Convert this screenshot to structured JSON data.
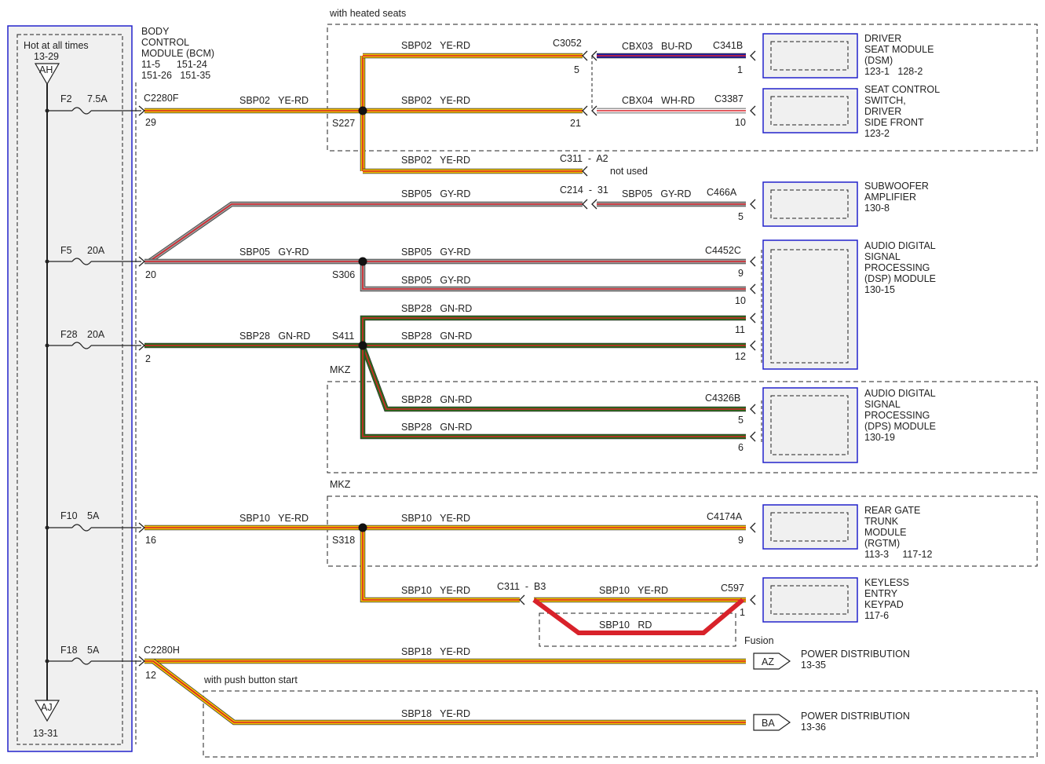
{
  "colors": {
    "yellow": "#f2c200",
    "red": "#d8222a",
    "green": "#2a6e1a",
    "gray": "#9c9c9c",
    "white": "#ffffff",
    "blue": "#1e1ea8",
    "frame_blue": "#2222cc",
    "panel_fill": "#f0f0f0"
  },
  "fuse_panel": {
    "hot_label": "Hot at all times",
    "top_ref": "13-29",
    "top_connector": "AH",
    "bottom_connector": "AJ",
    "bottom_ref": "13-31"
  },
  "bcm": {
    "lines": [
      "BODY",
      "CONTROL",
      "MODULE (BCM)",
      "11-5      151-24",
      "151-26   151-35"
    ]
  },
  "fuses": [
    {
      "name": "F2",
      "rating": "7.5A"
    },
    {
      "name": "F5",
      "rating": "20A"
    },
    {
      "name": "F28",
      "rating": "20A"
    },
    {
      "name": "F10",
      "rating": "5A"
    },
    {
      "name": "F18",
      "rating": "5A"
    }
  ],
  "pins": {
    "bcm_29": "29",
    "bcm_20": "20",
    "bcm_2": "2",
    "bcm_16": "16",
    "bcm_12": "12",
    "c3052_5": "5",
    "dsm_1": "1",
    "c2_21": "21",
    "scs_10": "10",
    "sub_5": "5",
    "dsp_9": "9",
    "dsp_10": "10",
    "dsp_11": "11",
    "dsp_12": "12",
    "dps_5": "5",
    "dps_6": "6",
    "rgtm_9": "9",
    "c597_1": "1"
  },
  "connectors": {
    "c2280f": "C2280F",
    "c2280h": "C2280H",
    "c3052": "C3052",
    "c341b": "C341B",
    "c3387": "C3387",
    "c311_a2": "C311  -  A2",
    "c214": "C214  -  31",
    "c466a": "C466A",
    "c4452c": "C4452C",
    "c4326b": "C4326B",
    "c4174a": "C4174A",
    "c311_b3": "C311  -  B3",
    "c597": "C597"
  },
  "splices": {
    "s227": "S227",
    "s306": "S306",
    "s411": "S411",
    "s318": "S318"
  },
  "wires": {
    "sbp02_bcm": "SBP02   YE-RD",
    "sbp02_top": "SBP02   YE-RD",
    "sbp02_mid": "SBP02   YE-RD",
    "sbp02_low": "SBP02   YE-RD",
    "cbx03": "CBX03   BU-RD",
    "cbx04": "CBX04   WH-RD",
    "sbp05_top": "SBP05   GY-RD",
    "sbp05_sub": "SBP05   GY-RD",
    "sbp05_bcm": "SBP05   GY-RD",
    "sbp05_dsp9": "SBP05   GY-RD",
    "sbp05_dsp10": "SBP05   GY-RD",
    "sbp28_top": "SBP28   GN-RD",
    "sbp28_bcm": "SBP28   GN-RD",
    "sbp28_dsp12": "SBP28   GN-RD",
    "sbp28_dps5": "SBP28   GN-RD",
    "sbp28_dps6": "SBP28   GN-RD",
    "sbp10_bcm": "SBP10   YE-RD",
    "sbp10_rgtm": "SBP10   YE-RD",
    "sbp10_c311": "SBP10   YE-RD",
    "sbp10_kp": "SBP10   YE-RD",
    "sbp10_rd": "SBP10   RD",
    "sbp18_az": "SBP18   YE-RD",
    "sbp18_ba": "SBP18   YE-RD"
  },
  "notes": {
    "heated_seats": "with heated seats",
    "not_used": "not used",
    "mkz1": "MKZ",
    "mkz2": "MKZ",
    "fusion": "Fusion",
    "push_button": "with push button start"
  },
  "modules": {
    "dsm": [
      "DRIVER",
      "SEAT MODULE",
      "(DSM)",
      "123-1   128-2"
    ],
    "scs": [
      "SEAT CONTROL",
      "SWITCH,",
      "DRIVER",
      "SIDE FRONT",
      "123-2"
    ],
    "sub": [
      "SUBWOOFER",
      "AMPLIFIER",
      "130-8"
    ],
    "dsp": [
      "AUDIO DIGITAL",
      "SIGNAL",
      "PROCESSING",
      "(DSP) MODULE",
      "130-15"
    ],
    "dps": [
      "AUDIO DIGITAL",
      "SIGNAL",
      "PROCESSING",
      "(DPS) MODULE",
      "130-19"
    ],
    "rgtm": [
      "REAR GATE",
      "TRUNK",
      "MODULE",
      "(RGTM)",
      "113-3     117-12"
    ],
    "kp": [
      "KEYLESS",
      "ENTRY",
      "KEYPAD",
      "117-6"
    ]
  },
  "power": {
    "az_tag": "AZ",
    "az_label": "POWER DISTRIBUTION",
    "az_ref": "13-35",
    "ba_tag": "BA",
    "ba_label": "POWER DISTRIBUTION",
    "ba_ref": "13-36"
  }
}
